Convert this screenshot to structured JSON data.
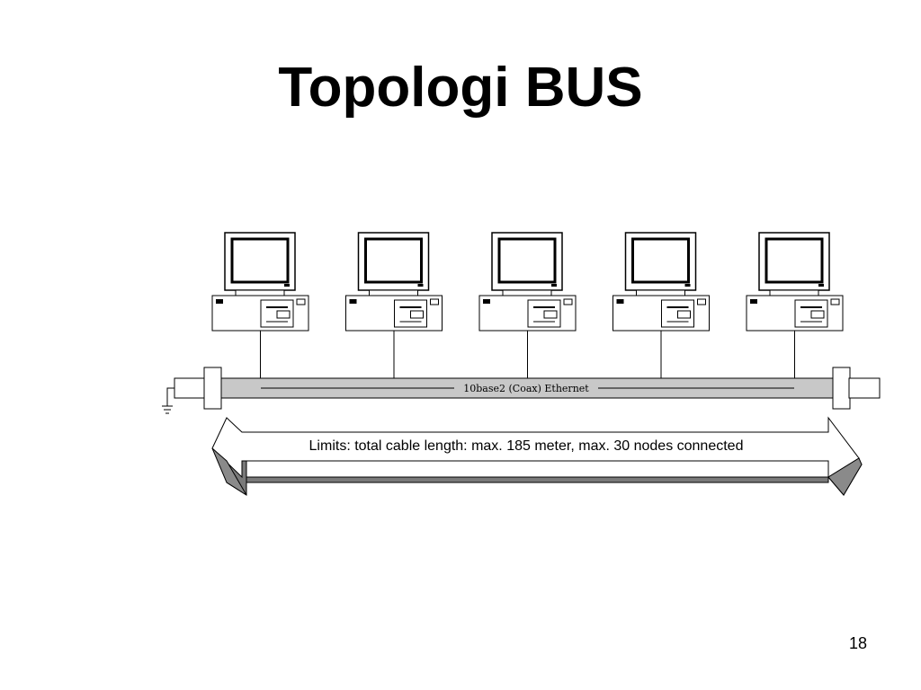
{
  "slide": {
    "title": "Topologi BUS",
    "page_number": "18"
  },
  "diagram": {
    "cable_label": "10base2 (Coax) Ethernet",
    "limits_label": "Limits: total cable length: max. 185 meter,  max. 30 nodes connected",
    "node_count": 5,
    "node_icon": "desktop-computer-icon",
    "terminator_icon": "terminator-icon",
    "ground_icon": "ground-icon",
    "colors": {
      "cable": "#c8c8c8",
      "arrow_shadow": "#7a7a7a",
      "arrow_face": "#ffffff",
      "line": "#000000"
    }
  }
}
